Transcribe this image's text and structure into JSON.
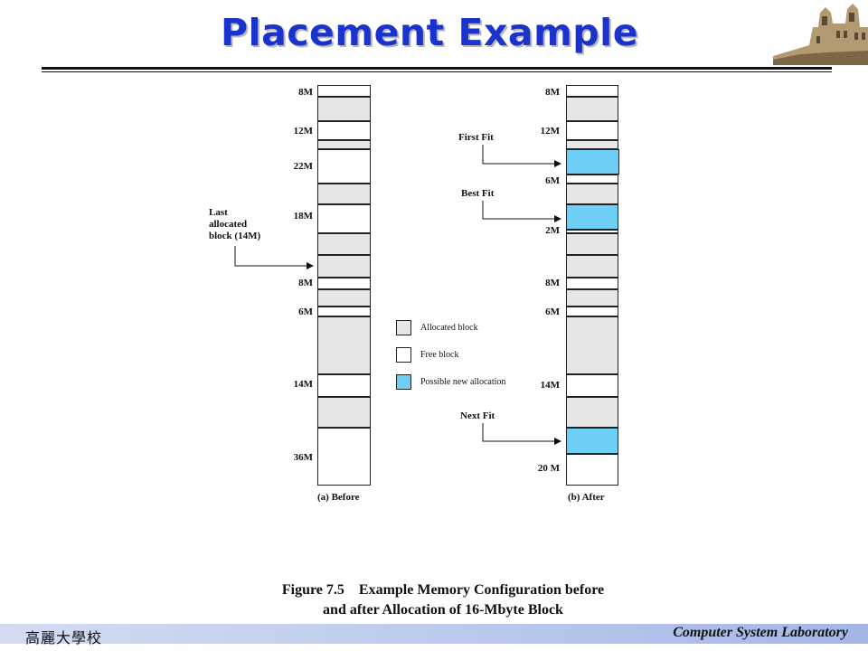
{
  "slide": {
    "title": "Placement Example",
    "caption_line1": "Figure 7.5    Example Memory Configuration before",
    "caption_line2": "and after Allocation of 16-Mbyte Block",
    "footer_left": "高麗大學校",
    "footer_right": "Computer System Laboratory"
  },
  "colors": {
    "allocated": "#e6e6e6",
    "free": "#ffffff",
    "new_allocation": "#6dcff6",
    "title": "#1a33cc"
  },
  "diagram": {
    "before": {
      "caption": "(a) Before",
      "blocks": [
        {
          "type": "free",
          "label": "8M"
        },
        {
          "type": "allocated",
          "label": ""
        },
        {
          "type": "free",
          "label": "12M"
        },
        {
          "type": "allocated",
          "label": ""
        },
        {
          "type": "free",
          "label": "22M"
        },
        {
          "type": "allocated",
          "label": ""
        },
        {
          "type": "free",
          "label": "18M"
        },
        {
          "type": "allocated",
          "label": ""
        },
        {
          "type": "allocated",
          "label": ""
        },
        {
          "type": "free",
          "label": "8M"
        },
        {
          "type": "allocated",
          "label": ""
        },
        {
          "type": "free",
          "label": "6M"
        },
        {
          "type": "allocated",
          "label": ""
        },
        {
          "type": "free",
          "label": "14M"
        },
        {
          "type": "allocated",
          "label": ""
        },
        {
          "type": "free",
          "label": "36M"
        }
      ],
      "pointer_note": [
        "Last",
        "allocated",
        "block (14M)"
      ]
    },
    "after": {
      "caption": "(b) After",
      "blocks": [
        {
          "type": "free",
          "label": "8M"
        },
        {
          "type": "allocated",
          "label": ""
        },
        {
          "type": "free",
          "label": "12M"
        },
        {
          "type": "allocated",
          "label": ""
        },
        {
          "type": "new",
          "label": ""
        },
        {
          "type": "free",
          "label": "6M"
        },
        {
          "type": "allocated",
          "label": ""
        },
        {
          "type": "new",
          "label": ""
        },
        {
          "type": "free",
          "label": "2M"
        },
        {
          "type": "allocated",
          "label": ""
        },
        {
          "type": "allocated",
          "label": ""
        },
        {
          "type": "free",
          "label": "8M"
        },
        {
          "type": "allocated",
          "label": ""
        },
        {
          "type": "free",
          "label": "6M"
        },
        {
          "type": "allocated",
          "label": ""
        },
        {
          "type": "free",
          "label": "14M"
        },
        {
          "type": "allocated",
          "label": ""
        },
        {
          "type": "new",
          "label": ""
        },
        {
          "type": "free",
          "label": "20 M"
        }
      ],
      "pointers": [
        {
          "label": "First Fit"
        },
        {
          "label": "Best Fit"
        },
        {
          "label": "Next Fit"
        }
      ]
    },
    "legend": [
      {
        "type": "allocated",
        "label": "Allocated block"
      },
      {
        "type": "free",
        "label": "Free block"
      },
      {
        "type": "new",
        "label": "Possible new allocation"
      }
    ]
  }
}
